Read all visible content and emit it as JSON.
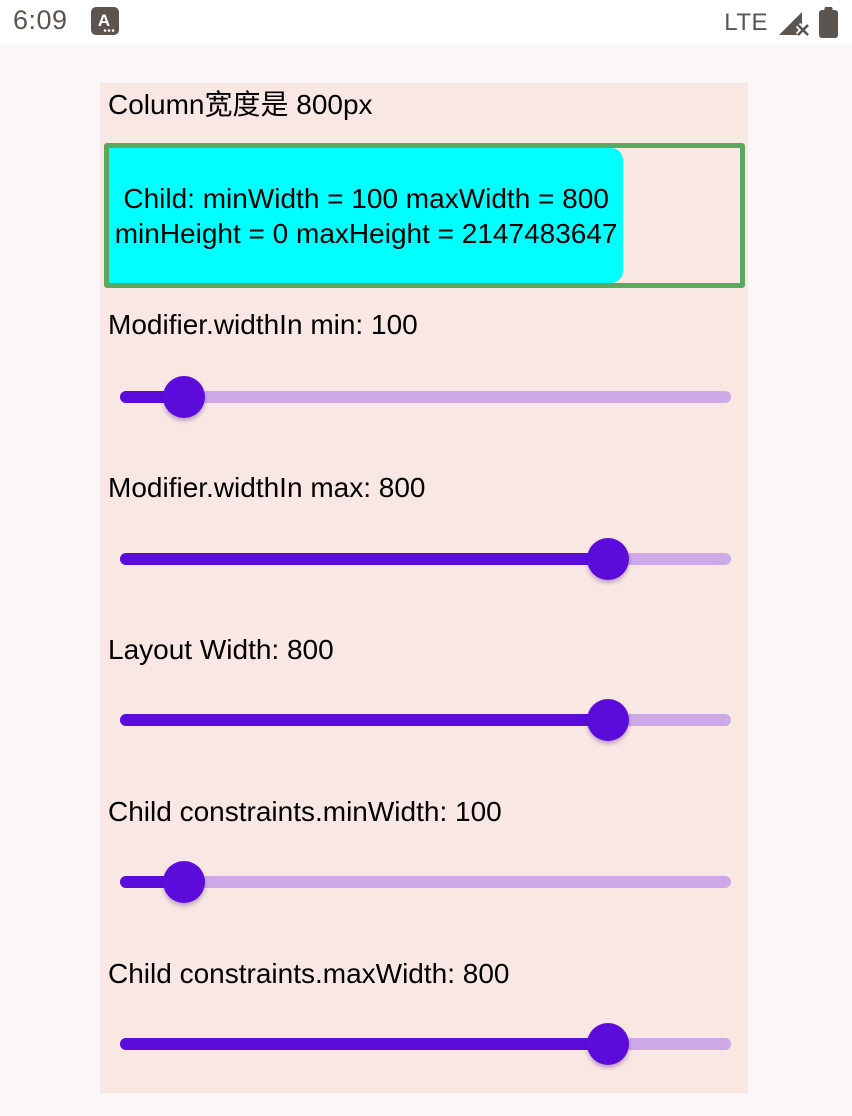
{
  "status_bar": {
    "time": "6:09",
    "ime_letter": "A",
    "network": "LTE"
  },
  "screen": {
    "title": "Column宽度是 800px",
    "constraint_box": {
      "line1": "Child: minWidth = 100 maxWidth = 800",
      "line2": "minHeight = 0 maxHeight = 2147483647"
    },
    "sliders": [
      {
        "label": "Modifier.widthIn min: 100",
        "value": 100,
        "percent": 10.5
      },
      {
        "label": "Modifier.widthIn max: 800",
        "value": 800,
        "percent": 79.8
      },
      {
        "label": "Layout Width: 800",
        "value": 800,
        "percent": 79.8
      },
      {
        "label": "Child constraints.minWidth: 100",
        "value": 100,
        "percent": 10.5
      },
      {
        "label": "Child constraints.maxWidth: 800",
        "value": 800,
        "percent": 79.8
      }
    ]
  },
  "colors": {
    "status_bg": "#ffffff",
    "app_bg": "#fbf7f8",
    "card_bg": "#f9e7e3",
    "cyan": "#00ffff",
    "green_border": "#5ca85f",
    "slider_active": "#5b0cdb",
    "slider_inactive": "#cda9e8",
    "status_fg": "#5c544e",
    "text": "#000000"
  }
}
